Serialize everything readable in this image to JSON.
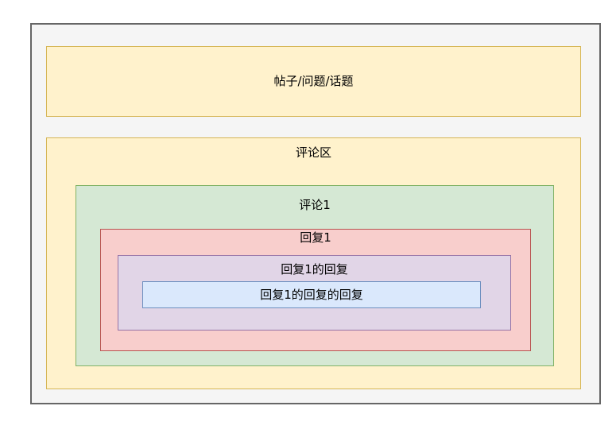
{
  "diagram": {
    "topic": {
      "label": "帖子/问题/话题"
    },
    "comment_area": {
      "label": "评论区",
      "comment1": {
        "label": "评论1",
        "reply1": {
          "label": "回复1",
          "reply_of_reply": {
            "label": "回复1的回复",
            "reply_of_reply_of_reply": {
              "label": "回复1的回复的回复"
            }
          }
        }
      }
    }
  },
  "colors": {
    "page_background": "#FFFFFF",
    "container_fill": "#F5F5F5",
    "container_stroke": "#666666",
    "topic_fill": "#FFF2CC",
    "topic_stroke": "#D6B656",
    "comment_area_fill": "#FFF2CC",
    "comment_area_stroke": "#D6B656",
    "comment1_fill": "#D5E8D4",
    "comment1_stroke": "#82B366",
    "reply1_fill": "#F8CECC",
    "reply1_stroke": "#B85450",
    "reply_of_reply_fill": "#E1D5E7",
    "reply_of_reply_stroke": "#9673A6",
    "reply_of_reply_of_reply_fill": "#DAE8FC",
    "reply_of_reply_of_reply_stroke": "#6C8EBF",
    "text": "#000000"
  }
}
